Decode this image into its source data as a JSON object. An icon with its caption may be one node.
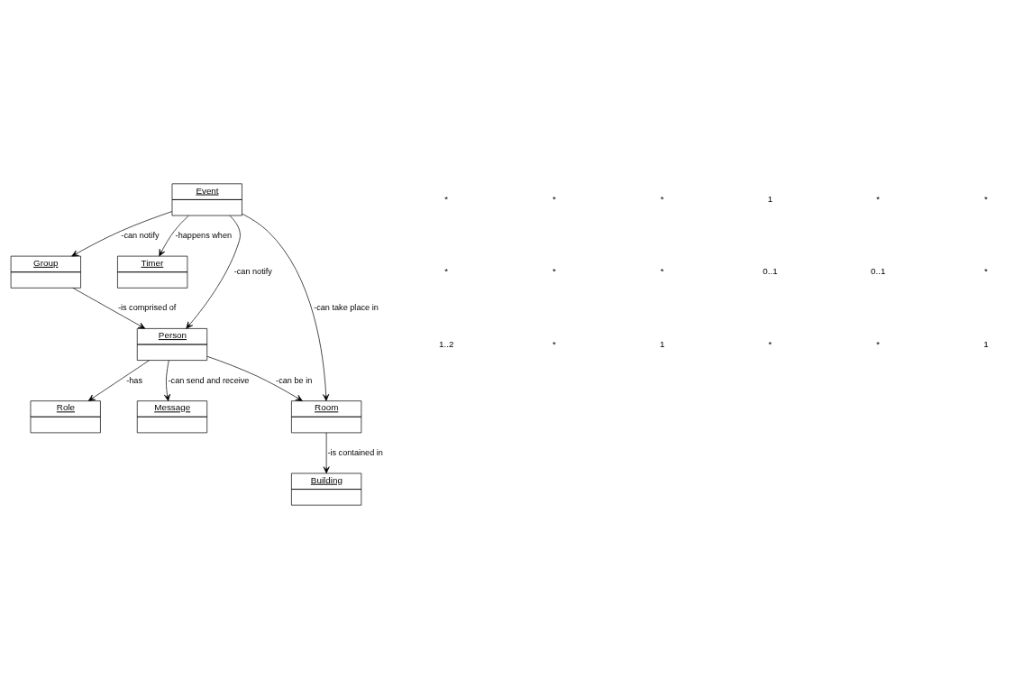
{
  "diagram": {
    "nodes": [
      {
        "text": [
          "Group"
        ]
      },
      {
        "text": [
          "Event"
        ]
      },
      {
        "text": [
          "Timer"
        ]
      },
      {
        "text": [
          "Person"
        ]
      },
      {
        "text": [
          "Room"
        ]
      },
      {
        "text": [
          "Role"
        ]
      },
      {
        "text": [
          "Message"
        ]
      },
      {
        "text": [
          "Building"
        ]
      }
    ],
    "edges": [
      {
        "from": 1,
        "to": 0,
        "arrow": "to",
        "label": "-can notify"
      },
      {
        "from": 1,
        "to": 2,
        "arrow": "to",
        "label": "-happens when"
      },
      {
        "from": 0,
        "to": 3,
        "arrow": "to",
        "label": "-is comprised of"
      },
      {
        "from": 1,
        "to": 3,
        "arrow": "to",
        "label": "-can notify"
      },
      {
        "from": 1,
        "to": 4,
        "arrow": "to",
        "label": "-can take place in"
      },
      {
        "from": 3,
        "to": 4,
        "arrow": "to",
        "label": "-can be in"
      },
      {
        "from": 3,
        "to": 5,
        "arrow": "to",
        "label": "-has"
      },
      {
        "from": 3,
        "to": 6,
        "arrow": "to",
        "label": "-can send and receive"
      },
      {
        "from": 4,
        "to": 7,
        "arrow": "to",
        "label": "-is contained in"
      }
    ],
    "labels": [
      "*",
      "*",
      "*",
      "1",
      "*",
      "*",
      "*",
      "*",
      "*",
      "0..1",
      "0..1",
      "*",
      "1..2",
      "*",
      "1",
      "*",
      "*",
      "1"
    ]
  }
}
